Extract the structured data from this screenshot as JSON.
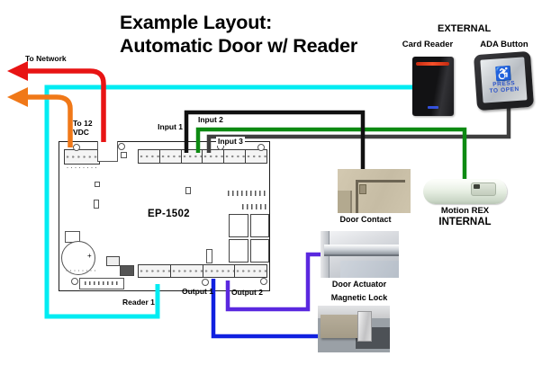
{
  "title": {
    "line1": "Example Layout:",
    "line2": "Automatic Door w/ Reader"
  },
  "zones": {
    "external": "EXTERNAL",
    "internal": "INTERNAL"
  },
  "devices": {
    "card_reader": {
      "label": "Card Reader"
    },
    "ada_button": {
      "label": "ADA Button",
      "symbol": "♿",
      "press_line1": "PRESS",
      "press_line2": "TO OPEN"
    },
    "door_contact": {
      "label": "Door Contact"
    },
    "motion_rex": {
      "label": "Motion REX"
    },
    "door_actuator": {
      "label": "Door Actuator"
    },
    "magnetic_lock": {
      "label": "Magnetic Lock"
    }
  },
  "board": {
    "model": "EP-1502"
  },
  "ports": {
    "input1": "Input 1",
    "input2": "Input 2",
    "input3": "Input 3",
    "output1": "Output 1",
    "output2": "Output 2",
    "reader1": "Reader 1"
  },
  "annotations": {
    "to_network": "To Network",
    "to_12vdc": "To 12 VDC"
  },
  "wires": {
    "reader": {
      "label": "Reader 1 wire",
      "color": "#00ecf2"
    },
    "network": {
      "label": "To Network wire",
      "color": "#e81414"
    },
    "power": {
      "label": "To 12 VDC wire",
      "color": "#f07818"
    },
    "input1": {
      "label": "Input 1 wire",
      "color": "#111111"
    },
    "input2": {
      "label": "Input 2 wire",
      "color": "#0d8a12"
    },
    "input3": {
      "label": "Input 3 wire",
      "color": "#3f3f3f"
    },
    "output1": {
      "label": "Output 1 wire",
      "color": "#1020e0"
    },
    "output2": {
      "label": "Output 2 wire",
      "color": "#5a28df"
    }
  }
}
